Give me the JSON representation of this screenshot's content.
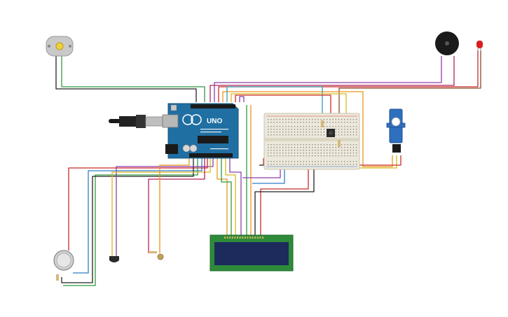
{
  "arduino": {
    "brand_label": "UNO"
  },
  "components": {
    "dc_motor": "dc-motor",
    "piezo_buzzer": "piezo-buzzer",
    "led": "led",
    "arduino_board": "arduino-uno",
    "usb_cable": "usb-cable",
    "breadboard": "breadboard",
    "push_button": "push-button",
    "servo": "micro-servo",
    "gas_sensor": "gas-sensor",
    "temperature_sensor": "temperature-sensor",
    "photoresistor": "photoresistor",
    "lcd": "lcd-16x2"
  },
  "colors": {
    "board_blue": "#1f6fa3",
    "breadboard": "#ece9dc",
    "lcd_green": "#2e8b3a",
    "lcd_screen": "#1d2a5c",
    "wire_red": "#cc2a2a",
    "wire_orange": "#e8961e",
    "wire_yellow": "#d9b81a",
    "wire_green": "#2f9a3f",
    "wire_blue": "#2f7fc8",
    "wire_purple": "#8b3fa8",
    "wire_black": "#222222",
    "wire_brown": "#8a4b2a",
    "wire_crimson": "#b0245a",
    "wire_teal": "#3a9aa8"
  }
}
